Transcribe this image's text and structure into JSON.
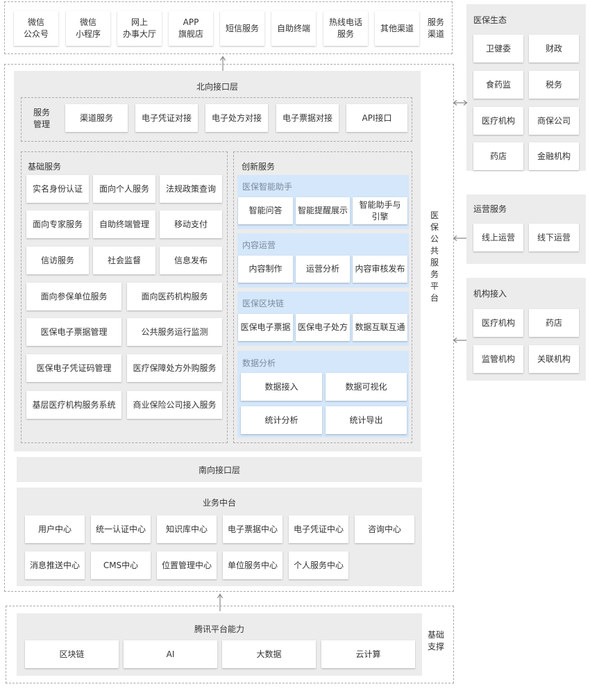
{
  "channels": {
    "items": [
      "微信\n公众号",
      "微信\n小程序",
      "网上\n办事大厅",
      "APP\n旗舰店",
      "短信服务",
      "自助终端",
      "热线电话\n服务",
      "其他渠道"
    ],
    "label": "服务\n渠道"
  },
  "platform": {
    "label": "医\n保\n公\n共\n服\n务\n平\n台",
    "north": {
      "title": "北向接口层",
      "mgmt_label": "服务\n管理",
      "items": [
        "渠道服务",
        "电子凭证对接",
        "电子处方对接",
        "电子票据对接",
        "API接口"
      ]
    },
    "basic": {
      "title": "基础服务",
      "row3": [
        "实名身份认证",
        "面向个人服务",
        "法规政策查询",
        "面向专家服务",
        "自助终端管理",
        "移动支付",
        "信访服务",
        "社会监督",
        "信息发布"
      ],
      "row2": [
        "面向参保单位服务",
        "面向医药机构服务",
        "医保电子票据管理",
        "公共服务运行监测",
        "医保电子凭证码管理",
        "医疗保障处方外购服务",
        "基层医疗机构服务系统",
        "商业保险公司接入服务"
      ]
    },
    "innovation": {
      "title": "创新服务",
      "groups": [
        {
          "title": "医保智能助手",
          "items": [
            "智能问答",
            "智能提醒展示",
            "智能助手与\n引擎"
          ]
        },
        {
          "title": "内容运营",
          "items": [
            "内容制作",
            "运营分析",
            "内容审核发布"
          ]
        },
        {
          "title": "医保区块链",
          "items": [
            "医保电子票据",
            "医保电子处方",
            "数据互联互通"
          ]
        },
        {
          "title": "数据分析",
          "items": [
            "数据接入",
            "数据可视化",
            "统计分析",
            "统计导出"
          ]
        }
      ]
    },
    "south": {
      "title": "南向接口层"
    },
    "middle": {
      "title": "业务中台",
      "items": [
        "用户中心",
        "统一认证中心",
        "知识库中心",
        "电子票据中心",
        "电子凭证中心",
        "咨询中心",
        "消息推送中心",
        "CMS中心",
        "位置管理中心",
        "单位服务中心",
        "个人服务中心"
      ]
    }
  },
  "foundation": {
    "title": "腾讯平台能力",
    "items": [
      "区块链",
      "AI",
      "大数据",
      "云计算"
    ],
    "label": "基础\n支撑"
  },
  "ecosystem": {
    "title": "医保生态",
    "items": [
      "卫健委",
      "财政",
      "食药监",
      "税务",
      "医疗机构",
      "商保公司",
      "药店",
      "金融机构"
    ]
  },
  "operations": {
    "title": "运营服务",
    "items": [
      "线上运营",
      "线下运营"
    ]
  },
  "access": {
    "title": "机构接入",
    "items": [
      "医疗机构",
      "药店",
      "监管机构",
      "关联机构"
    ]
  },
  "colors": {
    "panel": "#ececec",
    "blue_panel": "#d4e7fb",
    "dash": "#a9a9a9",
    "arrow": "#888888"
  }
}
